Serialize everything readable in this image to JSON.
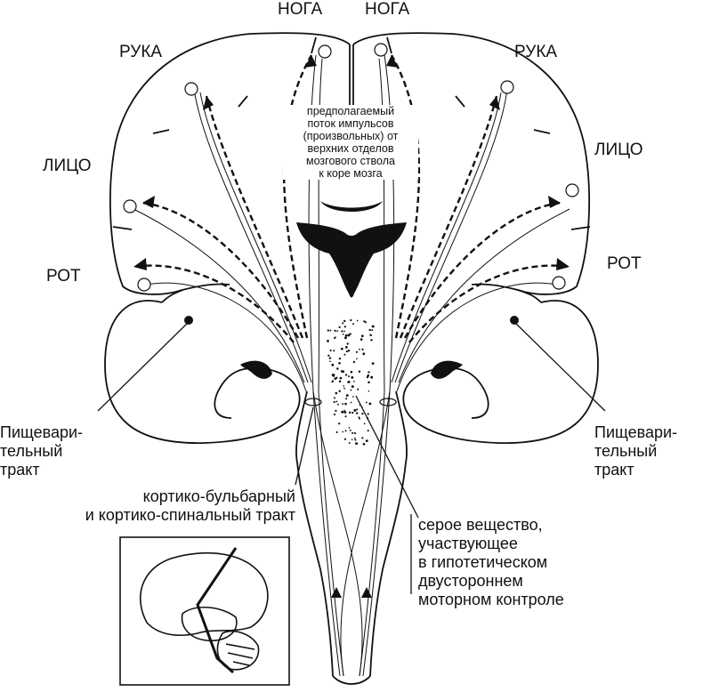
{
  "labels": {
    "leg_left": "НОГА",
    "leg_right": "НОГА",
    "arm_left": "РУКА",
    "arm_right": "РУКА",
    "face_left": "ЛИЦО",
    "face_right": "ЛИЦО",
    "mouth_left": "РОТ",
    "mouth_right": "РОТ",
    "center_note": [
      "предполагаемый",
      "поток импульсов",
      "(произвольных) от",
      "верхних отделов",
      "мозгового ствола",
      "к коре мозга"
    ],
    "digestive_left": [
      "Пищевари-",
      "тельный",
      "тракт"
    ],
    "digestive_right": [
      "Пищевари-",
      "тельный",
      "тракт"
    ],
    "tract": [
      "кортико-бульбарный",
      "и кортико-спинальный тракт"
    ],
    "gray_matter": [
      "серое вещество,",
      "участвующее",
      "в гипотетическом",
      "двустороннем",
      "моторном контроле"
    ]
  },
  "colors": {
    "ink": "#111111",
    "background": "#ffffff"
  }
}
